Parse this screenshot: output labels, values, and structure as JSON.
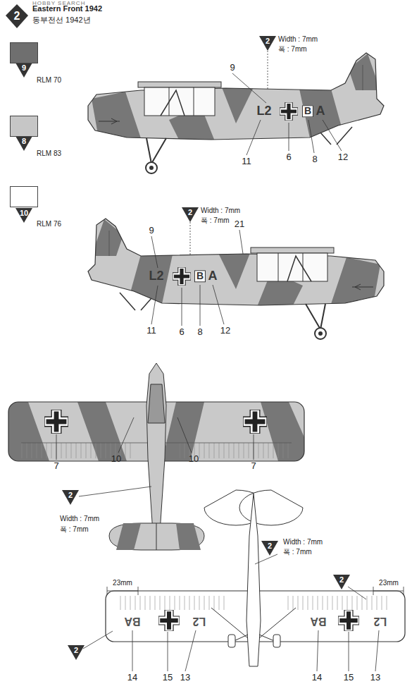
{
  "diagram": {
    "labels": [
      "HOBBY SEARCH",
      "2",
      "Eastern Front 1942",
      "동부전선 1942년",
      "9",
      "8",
      "10",
      "2",
      "Width : 7mm",
      "폭 : 7mm",
      "9",
      "L2",
      "B",
      "A",
      "11",
      "6",
      "8",
      "12",
      "2",
      "Width : 7mm",
      "폭 : 7mm",
      "9",
      "21",
      "L2",
      "B",
      "A",
      "11",
      "6",
      "8",
      "12",
      "7",
      "10",
      "10",
      "7",
      "2",
      "Width : 7mm",
      "폭 : 7mm",
      "2",
      "Width : 7mm",
      "폭 : 7mm",
      "23mm",
      "2",
      "23mm",
      "BA",
      "L2",
      "BA",
      "L2",
      "2",
      "14",
      "15",
      "13",
      "14",
      "15",
      "13"
    ],
    "legend": [
      {
        "text": "RLM 70",
        "color": "#6f6f6f"
      },
      {
        "text": "RLM 83",
        "color": "#c6c6c6"
      },
      {
        "text": "RLM 76",
        "color": "#ffffff"
      }
    ]
  }
}
